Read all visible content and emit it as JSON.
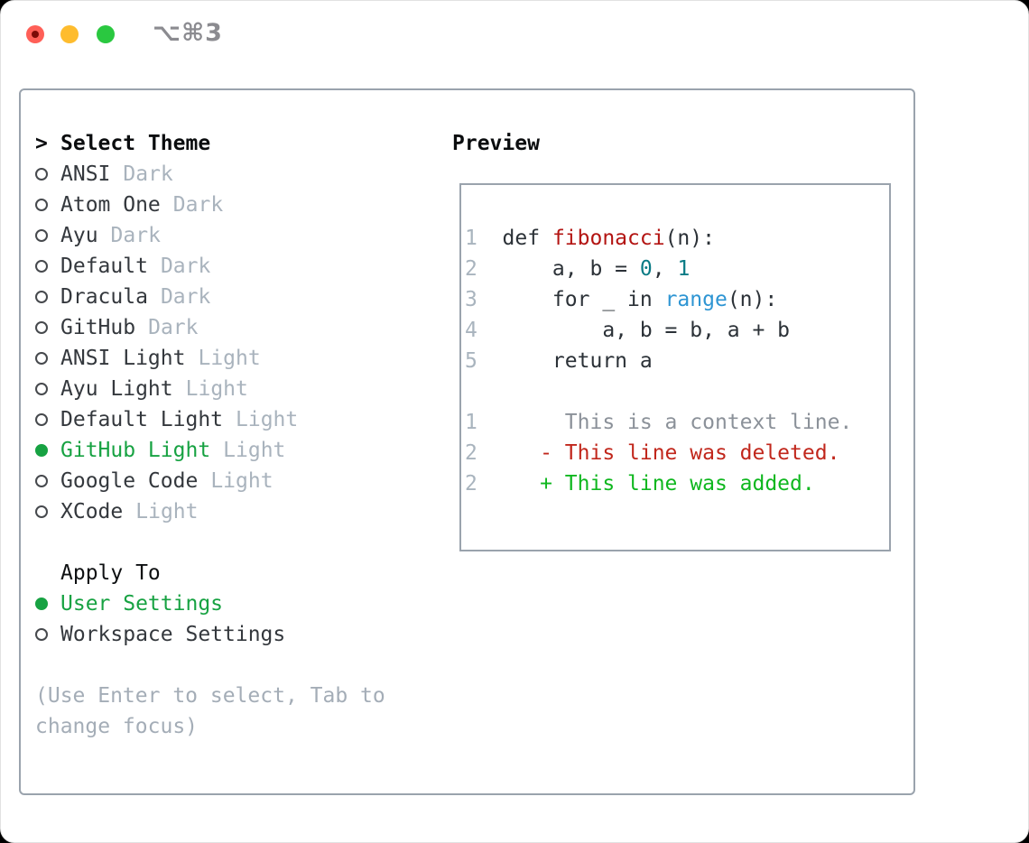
{
  "window": {
    "title": "⌥⌘3"
  },
  "titlebar": {
    "buttons": [
      {
        "name": "close-button",
        "color": "#ff5f57"
      },
      {
        "name": "minimize-button",
        "color": "#febc2e"
      },
      {
        "name": "zoom-button",
        "color": "#2ac840"
      }
    ]
  },
  "theme_panel": {
    "header": {
      "prefix": ">",
      "label": "Select Theme"
    },
    "themes": [
      {
        "name": "ANSI",
        "variant": "Dark",
        "selected": false
      },
      {
        "name": "Atom One",
        "variant": "Dark",
        "selected": false
      },
      {
        "name": "Ayu",
        "variant": "Dark",
        "selected": false
      },
      {
        "name": "Default",
        "variant": "Dark",
        "selected": false
      },
      {
        "name": "Dracula",
        "variant": "Dark",
        "selected": false
      },
      {
        "name": "GitHub",
        "variant": "Dark",
        "selected": false
      },
      {
        "name": "ANSI Light",
        "variant": "Light",
        "selected": false
      },
      {
        "name": "Ayu Light",
        "variant": "Light",
        "selected": false
      },
      {
        "name": "Default Light",
        "variant": "Light",
        "selected": false
      },
      {
        "name": "GitHub Light",
        "variant": "Light",
        "selected": true
      },
      {
        "name": "Google Code",
        "variant": "Light",
        "selected": false
      },
      {
        "name": "XCode",
        "variant": "Light",
        "selected": false
      }
    ],
    "apply_to": {
      "header": "Apply To",
      "options": [
        {
          "name": "User Settings",
          "selected": true
        },
        {
          "name": "Workspace Settings",
          "selected": false
        }
      ]
    },
    "hint": "(Use Enter to select, Tab to change focus)",
    "selection_color": "#17a242"
  },
  "preview": {
    "header": "Preview",
    "colors": {
      "ln": "#a9b4be",
      "fg": "#2b3137",
      "red": "#b31412",
      "teal": "#0a7b85",
      "blue": "#2e95d3",
      "ctx": "#8b9199",
      "del": "#c1271c",
      "add": "#0fb71f"
    },
    "lines": [
      {
        "tokens": [
          {
            "t": "1  ",
            "c": "ln"
          },
          {
            "t": "def ",
            "c": "fg"
          },
          {
            "t": "fibonacci",
            "c": "red"
          },
          {
            "t": "(n):",
            "c": "fg"
          }
        ]
      },
      {
        "tokens": [
          {
            "t": "2  ",
            "c": "ln"
          },
          {
            "t": "    a, b = ",
            "c": "fg"
          },
          {
            "t": "0",
            "c": "teal"
          },
          {
            "t": ", ",
            "c": "fg"
          },
          {
            "t": "1",
            "c": "teal"
          }
        ]
      },
      {
        "tokens": [
          {
            "t": "3  ",
            "c": "ln"
          },
          {
            "t": "    for _ in ",
            "c": "fg"
          },
          {
            "t": "range",
            "c": "blue"
          },
          {
            "t": "(n):",
            "c": "fg"
          }
        ]
      },
      {
        "tokens": [
          {
            "t": "4  ",
            "c": "ln"
          },
          {
            "t": "        a, b = b, a + b",
            "c": "fg"
          }
        ]
      },
      {
        "tokens": [
          {
            "t": "5  ",
            "c": "ln"
          },
          {
            "t": "    return a",
            "c": "fg"
          }
        ]
      },
      {
        "tokens": []
      },
      {
        "tokens": [
          {
            "t": "1  ",
            "c": "ln"
          },
          {
            "t": "     This is a context line.",
            "c": "ctx"
          }
        ]
      },
      {
        "tokens": [
          {
            "t": "2  ",
            "c": "ln"
          },
          {
            "t": "   - This line was deleted.",
            "c": "del"
          }
        ]
      },
      {
        "tokens": [
          {
            "t": "2  ",
            "c": "ln"
          },
          {
            "t": "   + This line was added.",
            "c": "add"
          }
        ]
      }
    ]
  }
}
